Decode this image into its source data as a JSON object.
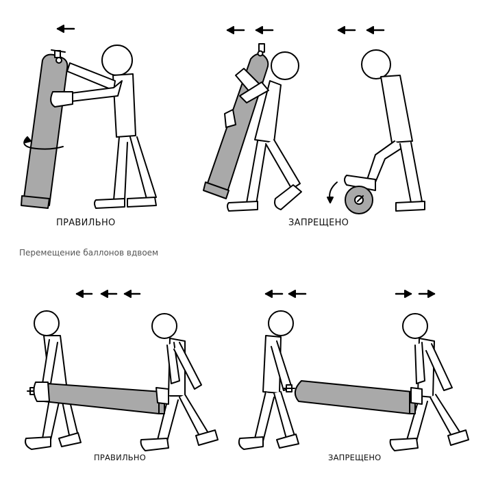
{
  "top_panel": {
    "correct_label": "ПРАВИЛЬНО",
    "forbidden_label": "ЗАПРЕЩЕНО"
  },
  "caption": "Перемещение баллонов вдвоем",
  "bottom_panel": {
    "correct_label": "ПРАВИЛЬНО",
    "forbidden_label": "ЗАПРЕЩЕНО"
  },
  "colors": {
    "cylinder_fill": "#a9a9a9",
    "outline": "#000000",
    "background": "#ffffff"
  }
}
